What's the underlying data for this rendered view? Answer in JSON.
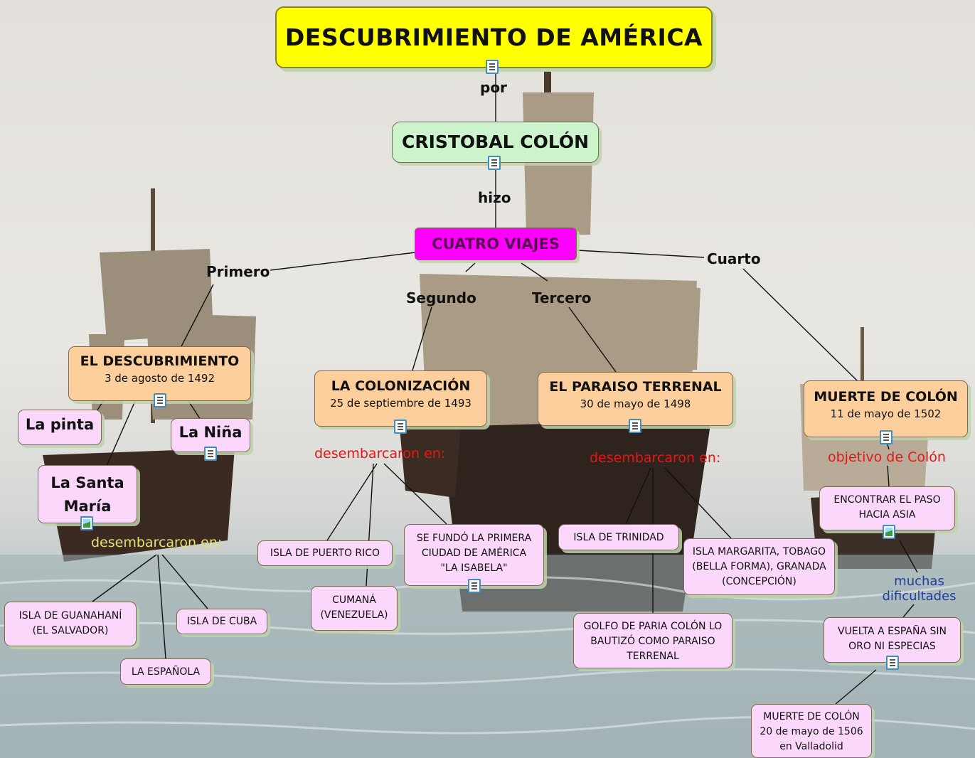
{
  "title": "DESCUBRIMIENTO DE AMÉRICA",
  "nodes": {
    "colon": "CRISTOBAL COLÓN",
    "viajes": "CUATRO VIAJES",
    "descubrimiento": {
      "title": "EL DESCUBRIMIENTO",
      "date": "3 de agosto de 1492"
    },
    "pinta": "La pinta",
    "nina": "La Niña",
    "santa_maria": "La Santa María",
    "guanahani": "ISLA DE GUANAHANÍ (EL SALVADOR)",
    "espanola": "LA ESPAÑOLA",
    "cuba": "ISLA DE CUBA",
    "colonizacion": {
      "title": "LA COLONIZACIÓN",
      "date": "25 de septiembre de 1493"
    },
    "puerto_rico": "ISLA DE PUERTO RICO",
    "cumana": "CUMANÁ (VENEZUELA)",
    "isabela": "SE FUNDÓ LA PRIMERA CIUDAD DE AMÉRICA \"LA ISABELA\"",
    "paraiso": {
      "title": "EL PARAISO TERRENAL",
      "date": "30 de mayo de 1498"
    },
    "trinidad": "ISLA DE TRINIDAD",
    "margarita": "ISLA MARGARITA, TOBAGO (BELLA FORMA), GRANADA (CONCEPCIÓN)",
    "paria": "GOLFO DE PARIA COLÓN LO BAUTIZÓ COMO PARAISO TERRENAL",
    "muerte": {
      "title": "MUERTE DE COLÓN",
      "date": "11 de mayo de 1502"
    },
    "paso_asia": "ENCONTRAR EL PASO HACIA ASIA",
    "vuelta": "VUELTA A ESPAÑA SIN ORO NI ESPECIAS",
    "muerte_final": "MUERTE DE COLÓN 20 de mayo de 1506 en Valladolid"
  },
  "labels": {
    "por": "por",
    "hizo": "hizo",
    "primero": "Primero",
    "segundo": "Segundo",
    "tercero": "Tercero",
    "cuarto": "Cuarto",
    "desembarcaron_1": "desembarcaron en:",
    "desembarcaron_2": "desembarcaron en:",
    "desembarcaron_3": "desembarcaron en:",
    "objetivo": "objetivo de Colón",
    "dificultades": "muchas dificultades"
  },
  "colors": {
    "title_box": "#ffff00",
    "colon_box": "#ccf3cc",
    "viajes_box": "#ff00ff",
    "trip_box": "#fdcf9c",
    "detail_box": "#fbd7fb",
    "link_red": "#e31818",
    "link_yellow": "#e8e06a",
    "link_blue": "#1f3f9f"
  }
}
